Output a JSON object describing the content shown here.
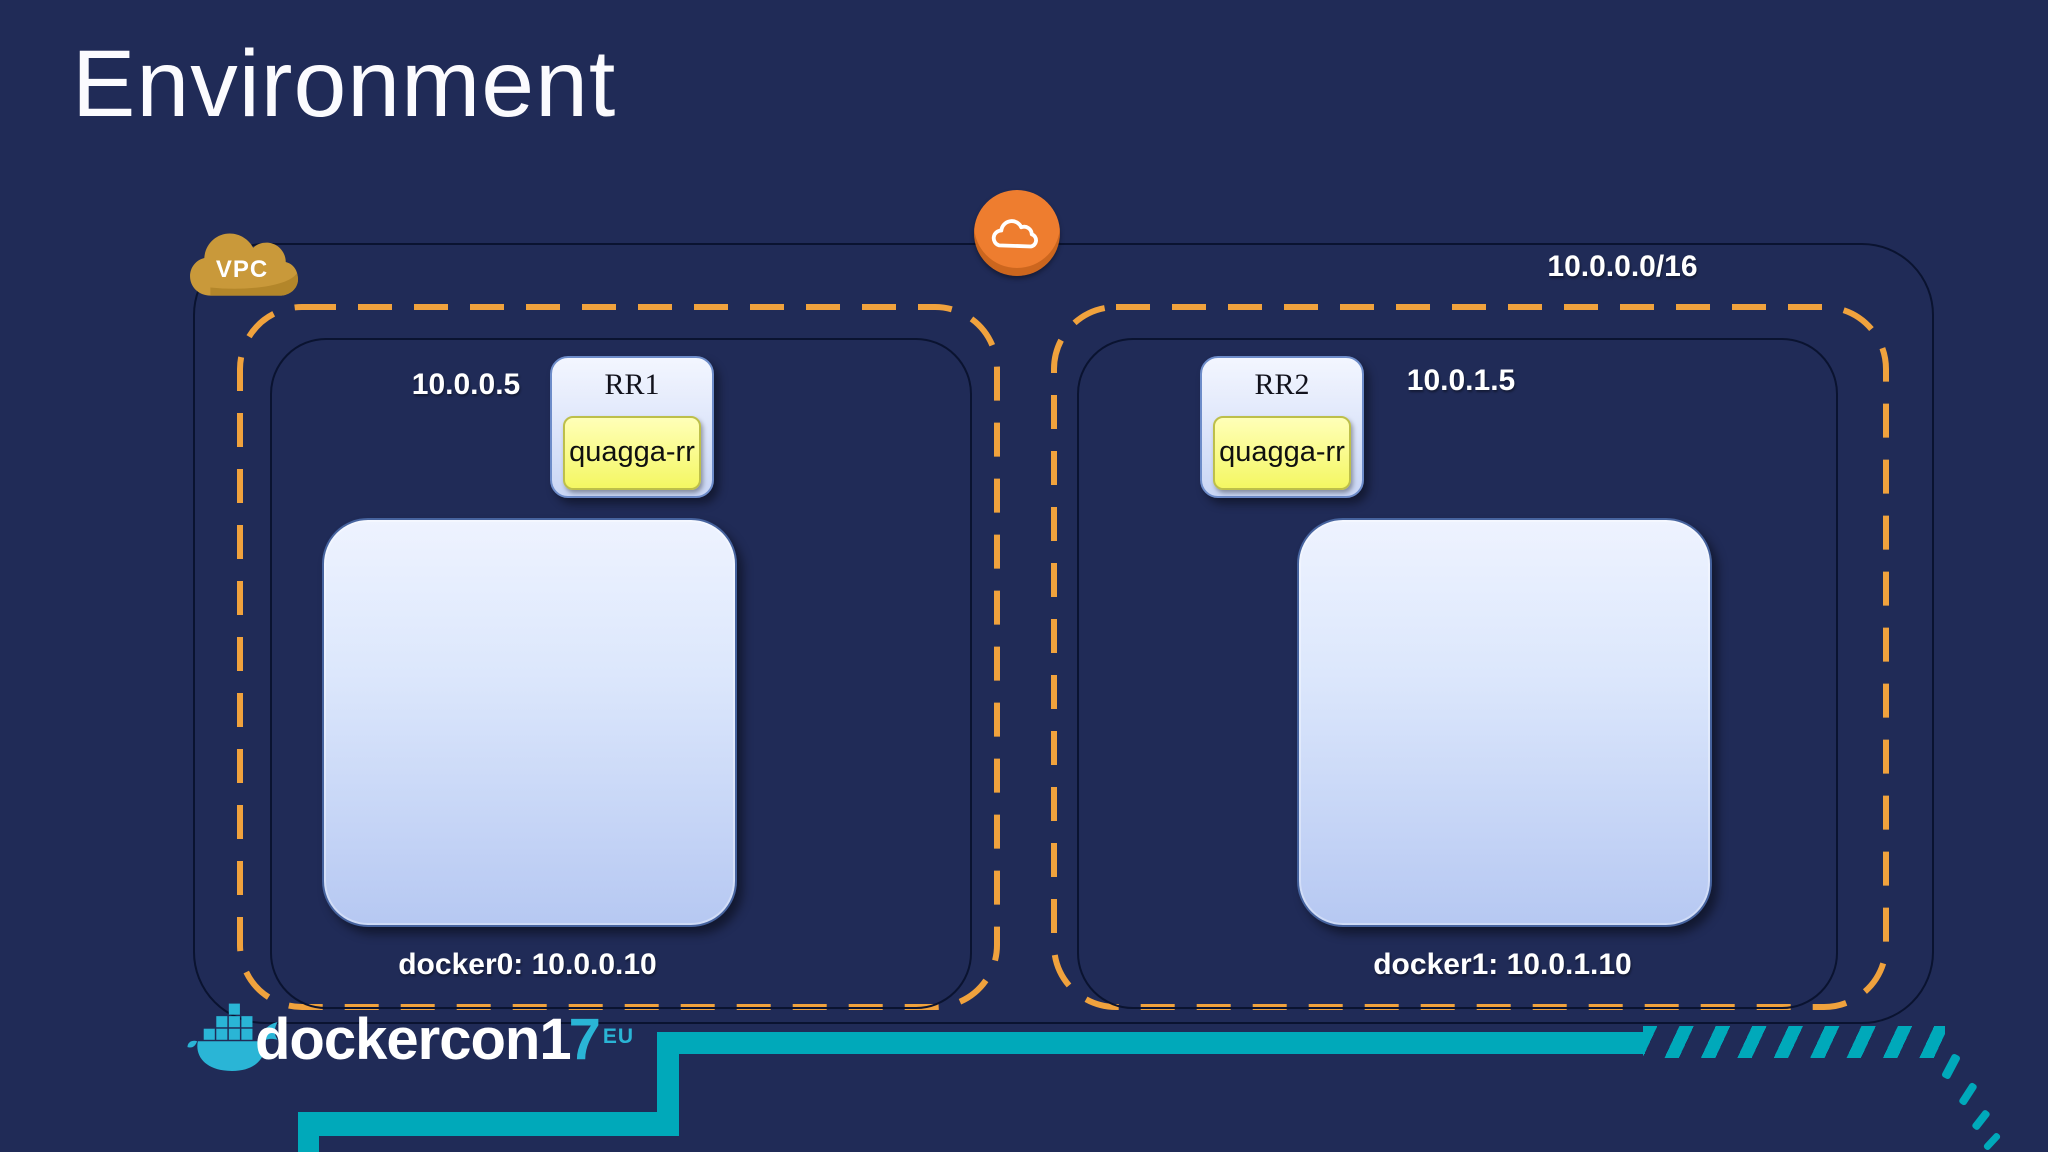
{
  "title": "Environment",
  "vpc": {
    "badge_label": "VPC",
    "cidr_label": "10.0.0.0/16"
  },
  "subnets": [
    {
      "host_ip": "10.0.0.5",
      "router_name": "RR1",
      "router_app": "quagga-rr",
      "bridge_label": "docker0: 10.0.0.10"
    },
    {
      "host_ip": "10.0.1.5",
      "router_name": "RR2",
      "router_app": "quagga-rr",
      "bridge_label": "docker1: 10.0.1.10"
    }
  ],
  "footer": {
    "brand": "dockercon",
    "year_1": "1",
    "year_7": "7",
    "region": "EU"
  },
  "colors": {
    "background": "#202b57",
    "subnet_dash_orange": "#f0a23d",
    "vpc_cloud_gold": "#c9993a",
    "internet_cloud_orange": "#ee7d2f",
    "trace_teal": "#00a9ba",
    "logo_teal": "#2ab5d6"
  }
}
